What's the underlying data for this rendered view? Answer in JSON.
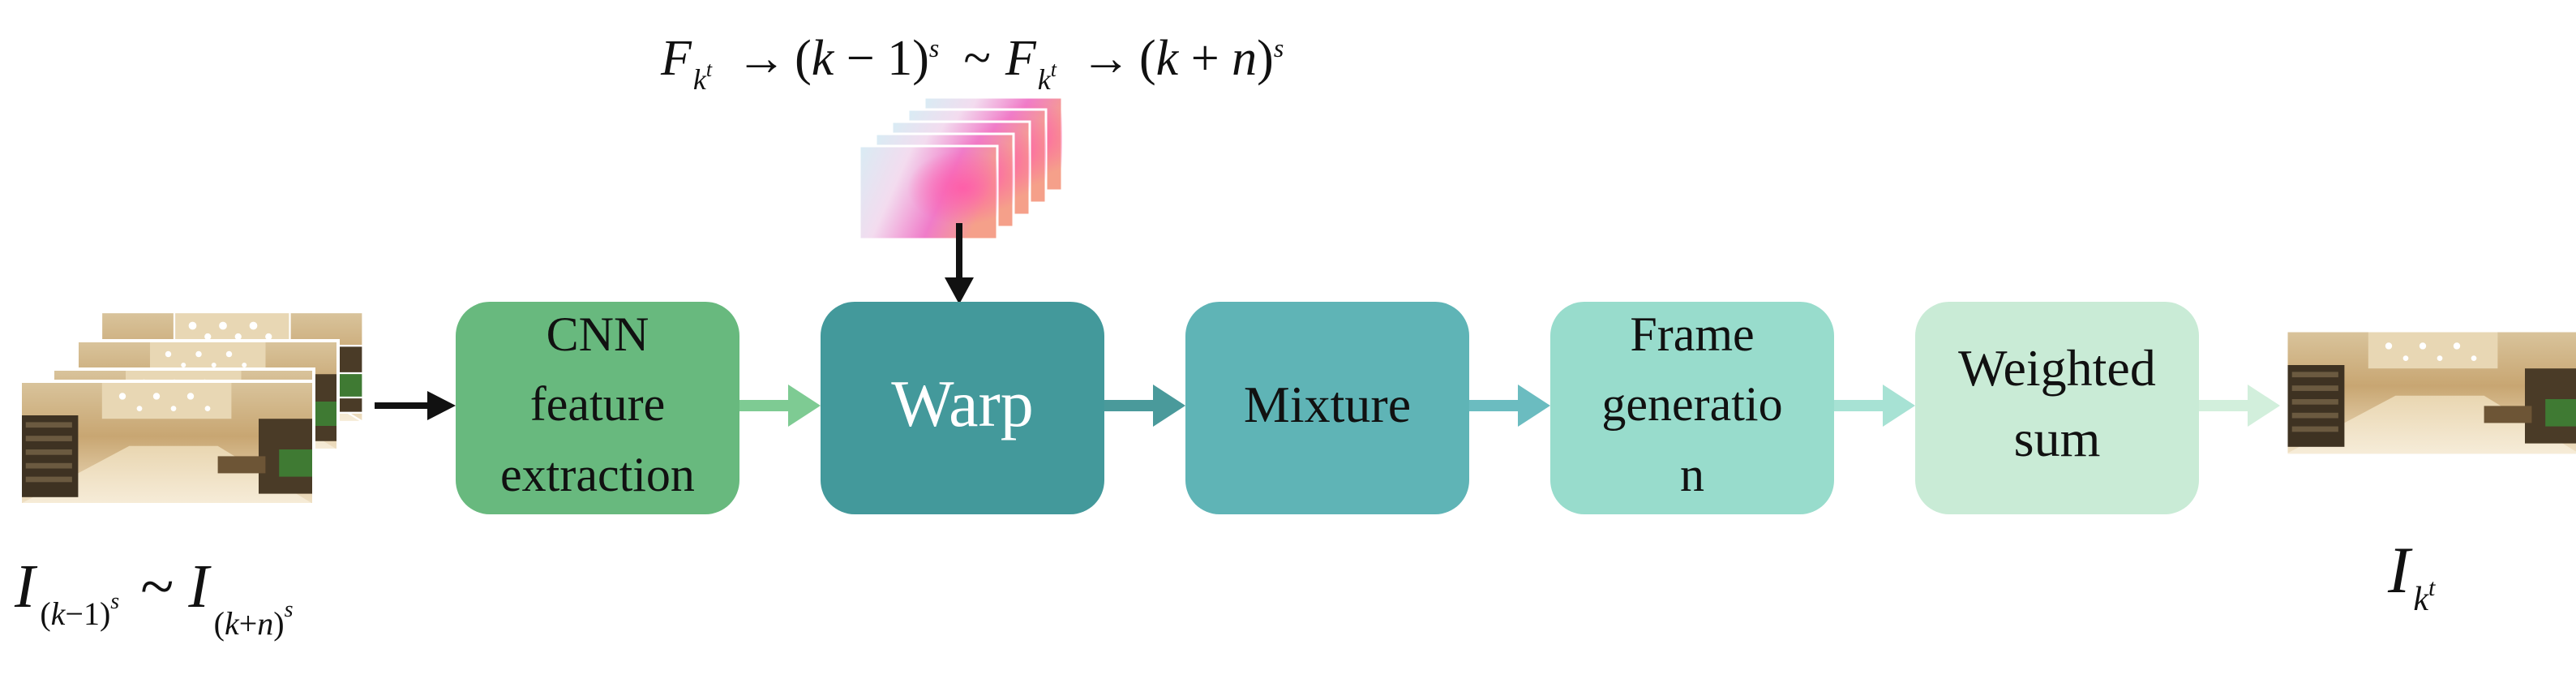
{
  "flow_label": {
    "F": "F",
    "sub_k": "k",
    "sup_t": "t",
    "arrow1": "→",
    "open1": "(",
    "k1": "k",
    "minus": " − 1)",
    "sup_s1": "s",
    "tilde": "~",
    "F2": "F",
    "sub_k2": "k",
    "sup_t2": "t",
    "arrow2": "→",
    "open2": "(",
    "k2": "k",
    "plus": " + ",
    "n": "n",
    "close2": ")",
    "sup_s2": "s"
  },
  "input_label": {
    "I1": "I",
    "sub1_open": "(",
    "sub1_k": "k",
    "sub1_rest": "−1)",
    "sub1_sup": "s",
    "tilde": "~",
    "I2": "I",
    "sub2_open": "(",
    "sub2_k": "k",
    "sub2_plus": "+",
    "sub2_n": "n",
    "sub2_close": ")",
    "sub2_sup": "s"
  },
  "output_label": {
    "I": "I",
    "sub_k": "k",
    "sup_t": "t"
  },
  "stages": {
    "cnn": [
      "CNN",
      "feature",
      "extraction"
    ],
    "warp": [
      "Warp"
    ],
    "mixture": [
      "Mixture"
    ],
    "frame": [
      "Frame",
      "generatio",
      "n"
    ],
    "weighted": [
      "Weighted",
      "sum"
    ]
  },
  "colors": {
    "cnn": "#68b97e",
    "warp": "#43999b",
    "mixture": "#5fb4b6",
    "frame": "#98dccc",
    "weighted": "#c9ebd6"
  }
}
